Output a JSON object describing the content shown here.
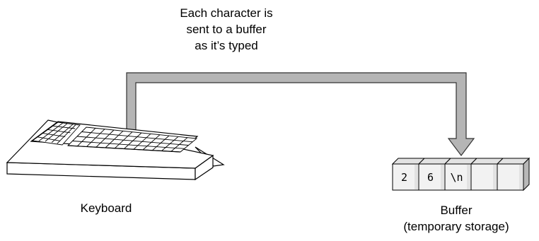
{
  "flow_caption": {
    "lines": [
      "Each character is",
      "sent to a buffer",
      "as it’s typed"
    ]
  },
  "keyboard": {
    "label": "Keyboard"
  },
  "buffer": {
    "label_lines": [
      "Buffer",
      "(temporary storage)"
    ],
    "cells": [
      "2",
      "6",
      "\\n",
      "",
      ""
    ]
  },
  "colors": {
    "arrow_fill": "#b5b5b5",
    "arrow_stroke": "#333333",
    "cell_face": "#f2f2f2",
    "cell_top": "#e2e2e2",
    "cell_side": "#b8b8b8"
  },
  "icons": [
    "keyboard-icon",
    "buffer-cells",
    "flow-arrow"
  ]
}
